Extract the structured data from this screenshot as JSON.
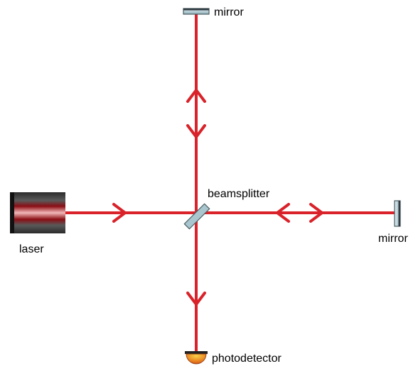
{
  "labels": {
    "mirror_top": "mirror",
    "mirror_right": "mirror",
    "beamsplitter": "beamsplitter",
    "laser": "laser",
    "photodetector": "photodetector"
  },
  "colors": {
    "beam": "#d9222a",
    "laser_body": "#3a3a3a",
    "laser_core": "#b3121c",
    "mirror_fill": "#a9c6cf",
    "mirror_stroke": "#4a5a60",
    "detector": "#e2731c"
  }
}
